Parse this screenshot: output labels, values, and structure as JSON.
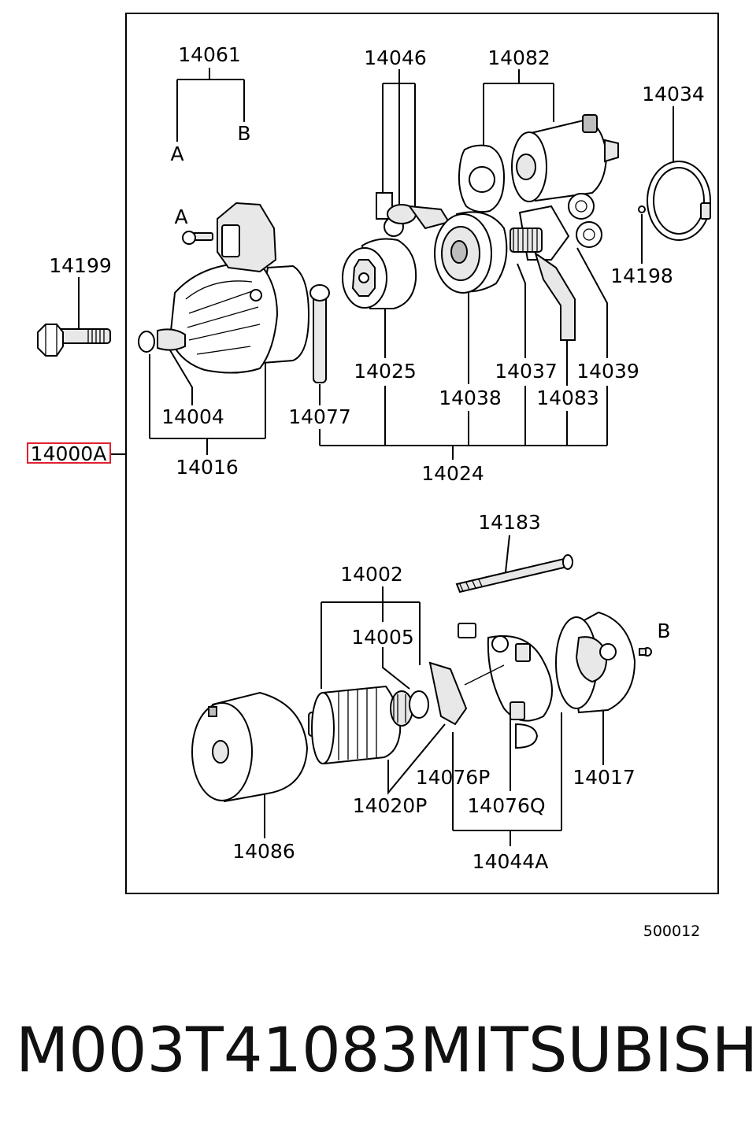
{
  "labels": {
    "p14061": "14061",
    "A1": "A",
    "B1": "B",
    "p14046": "14046",
    "p14082": "14082",
    "p14034": "14034",
    "A2": "A",
    "p14199": "14199",
    "p14198": "14198",
    "p14025": "14025",
    "p14037": "14037",
    "p14039": "14039",
    "p14004": "14004",
    "p14077": "14077",
    "p14038": "14038",
    "p14083": "14083",
    "p14000A": "14000A",
    "p14016": "14016",
    "p14024": "14024",
    "p14183": "14183",
    "p14002": "14002",
    "B2": "B",
    "p14005": "14005",
    "p14076P": "14076P",
    "p14017": "14017",
    "p14020P": "14020P",
    "p14076Q": "14076Q",
    "p14086": "14086",
    "p14044A": "14044A"
  },
  "diagram_code": "500012",
  "footer": {
    "part_number": "M003T41083",
    "brand": "MITSUBISHI"
  },
  "colors": {
    "highlight": "#e02030",
    "line": "#000000"
  }
}
